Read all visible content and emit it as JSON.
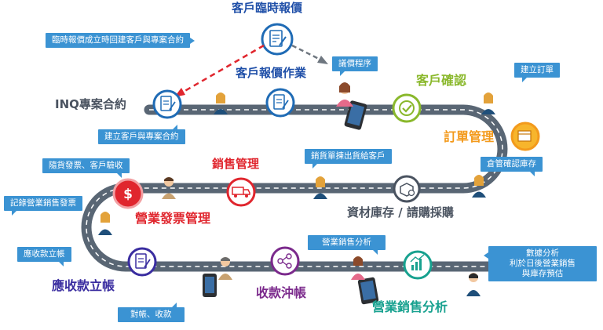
{
  "stages": {
    "quote_temp": "客戶臨時報價",
    "inq_contract": "INQ專案合約",
    "quote_work": "客戶報價作業",
    "customer_confirm": "客戶確認",
    "order_mgmt": "訂單管理",
    "sales_mgmt": "銷售管理",
    "invoice_mgmt": "營業發票管理",
    "inventory": "資材庫存 / 請購採購",
    "ar": "應收款立帳",
    "collection": "收款沖帳",
    "analysis": "營業銷售分析"
  },
  "bubbles": {
    "temp_quote_note": "臨時報價成立時回建客戶與專案合約",
    "quote_procedure": "議價程序",
    "create_order": "建立訂單",
    "create_customer_contract": "建立客戶與專案合約",
    "warehouse_confirm": "倉管確認庫存",
    "delivery_note": "銷貨單揀出貨給客戶",
    "invoice_inspection": "隨貨發票、客戶驗收",
    "record_invoice": "記錄營業銷售發票",
    "ar_note": "應收款立帳",
    "sales_analysis": "營業銷售分析",
    "data_analysis": "數據分析\n利於日後營業銷售\n與庫存預估",
    "reconcile": "對帳、收款"
  },
  "colors": {
    "road": "#596674",
    "road_line": "#ffffff",
    "bubble": "#3b93d3",
    "blue_title": "#1f4fa8",
    "green_title": "#8ab82c",
    "orange_title": "#f39a1c",
    "red_title": "#e0262e",
    "purple_title": "#7b2a8c",
    "teal_title": "#17a18f",
    "gray_title": "#4a5360"
  }
}
